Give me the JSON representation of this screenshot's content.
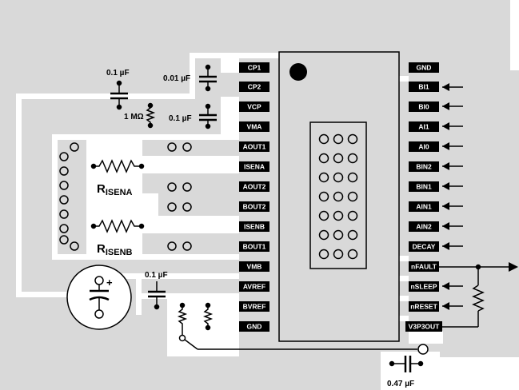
{
  "colors": {
    "board": "#d9d9d9",
    "trace": "#ffffff",
    "pin_fill": "#000000",
    "pin_text": "#ffffff",
    "chip_body": "#d9d9d9",
    "line": "#000000"
  },
  "left_pins": [
    "CP1",
    "CP2",
    "VCP",
    "VMA",
    "AOUT1",
    "ISENA",
    "AOUT2",
    "BOUT2",
    "ISENB",
    "BOUT1",
    "VMB",
    "AVREF",
    "BVREF",
    "GND"
  ],
  "right_pins": [
    "GND",
    "BI1",
    "BI0",
    "AI1",
    "AI0",
    "BIN2",
    "BIN1",
    "AIN1",
    "AIN2",
    "DECAY",
    "nFAULT",
    "nSLEEP",
    "nRESET",
    "V3P3OUT"
  ],
  "components": {
    "cap_cp": "0.01 µF",
    "cap_vcp": "0.1 µF",
    "cap_vm": "0.1 µF",
    "cap_vref": "0.1 µF",
    "cap_v3p3": "0.47 µF",
    "res_vcp": "1 MΩ",
    "rsense_a_main": "R",
    "rsense_a_sub": "ISENA",
    "rsense_b_main": "R",
    "rsense_b_sub": "ISENB",
    "supply_plus": "+"
  },
  "icons": {
    "input_arrow": "arrow-left-icon",
    "output_arrow": "arrow-right-icon",
    "resistor": "resistor-icon",
    "capacitor": "capacitor-icon",
    "pad": "thermal-pad-icon"
  }
}
